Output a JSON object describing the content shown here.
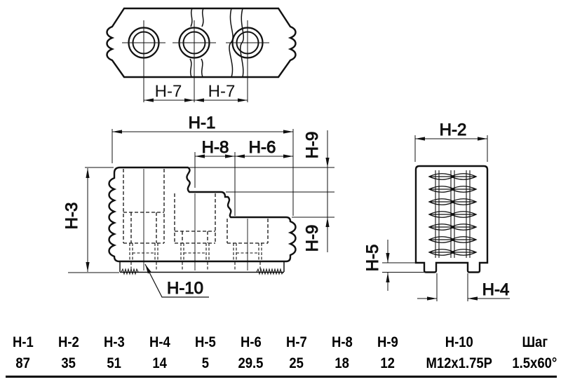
{
  "drawing": {
    "labels": {
      "h7a": "H-7",
      "h7b": "H-7",
      "h1": "H-1",
      "h8": "H-8",
      "h6": "H-6",
      "h3": "H-3",
      "h9_top": "H-9",
      "h9_bottom": "H-9",
      "h10": "H-10",
      "h2": "H-2",
      "h5": "H-5",
      "h4": "H-4"
    },
    "colors": {
      "ink": "#111111",
      "background": "#ffffff"
    }
  },
  "table": {
    "columns": [
      {
        "header": "H-1",
        "value": "87"
      },
      {
        "header": "H-2",
        "value": "35"
      },
      {
        "header": "H-3",
        "value": "51"
      },
      {
        "header": "H-4",
        "value": "14"
      },
      {
        "header": "H-5",
        "value": "5"
      },
      {
        "header": "H-6",
        "value": "29.5"
      },
      {
        "header": "H-7",
        "value": "25"
      },
      {
        "header": "H-8",
        "value": "18"
      },
      {
        "header": "H-9",
        "value": "12"
      },
      {
        "header": "H-10",
        "value": "M12x1.75P"
      },
      {
        "header": "Шаг",
        "value": "1.5x60°"
      }
    ]
  }
}
